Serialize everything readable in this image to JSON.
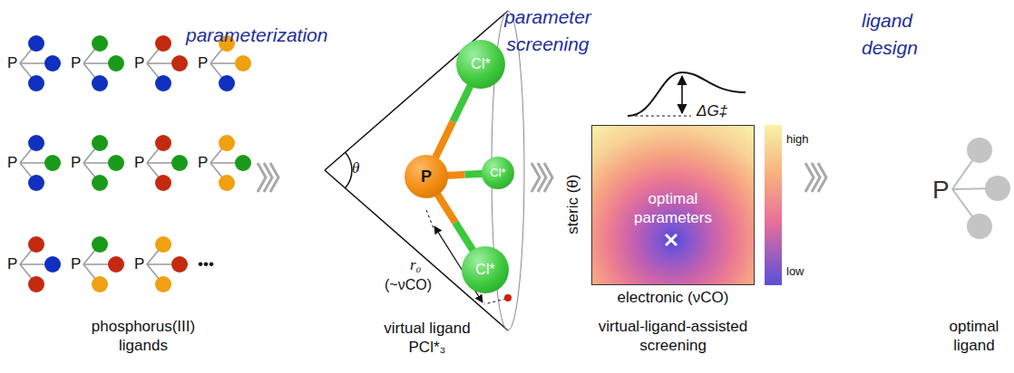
{
  "diagram": {
    "nodes": [
      {
        "text": [
          "P"
        ]
      },
      {
        "text": [
          "Cl*"
        ]
      },
      {
        "text": [
          "Cl*"
        ]
      },
      {
        "text": [
          "Cl*"
        ]
      },
      {
        "text": [
          "optimal parameters"
        ]
      }
    ],
    "edges": [
      {
        "from": 0,
        "to": 1,
        "arrow": "none"
      },
      {
        "from": 0,
        "to": 2,
        "arrow": "none"
      },
      {
        "from": 0,
        "to": 3,
        "arrow": "none"
      }
    ],
    "labels": [
      "parameterization",
      "parameter screening",
      "ligand design",
      "phosphorus(III) ligands",
      "virtual ligand PCl*₃",
      "virtual-ligand-assisted screening",
      "optimal ligand",
      "P",
      "P",
      "P",
      "P",
      "P",
      "P",
      "P",
      "P",
      "P",
      "P",
      "P",
      "•••",
      "θ",
      "r₀",
      "(~νCO)",
      "ΔG‡",
      "steric (θ)",
      "electronic (νCO)",
      "high",
      "low",
      "P"
    ]
  }
}
